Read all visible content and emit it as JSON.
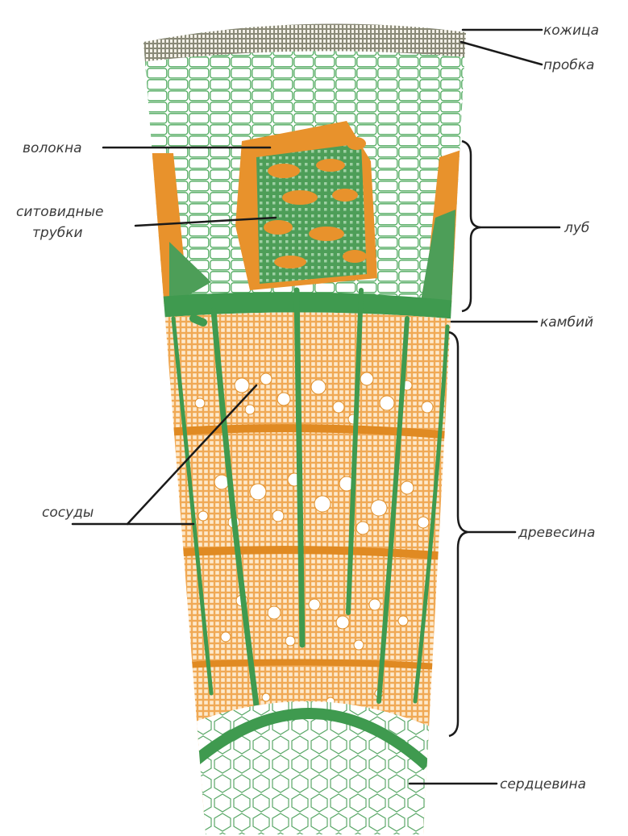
{
  "diagram": {
    "colors": {
      "cork": "#6b6b5c",
      "parenchyma": "#3f9a4f",
      "fiber": "#e0902a",
      "wood": "#f2b266",
      "vessel": "#ffffff",
      "leader": "#1a1a1a"
    },
    "labels": {
      "kozhitsa": "кожица",
      "probka": "пробка",
      "volokna": "волокна",
      "sitovidnye_1": "ситовидные",
      "sitovidnye_2": "трубки",
      "lub": "луб",
      "kambiy": "камбий",
      "sosudy": "сосуды",
      "drevesina": "древесина",
      "serdtsevina": "сердцевина"
    }
  }
}
